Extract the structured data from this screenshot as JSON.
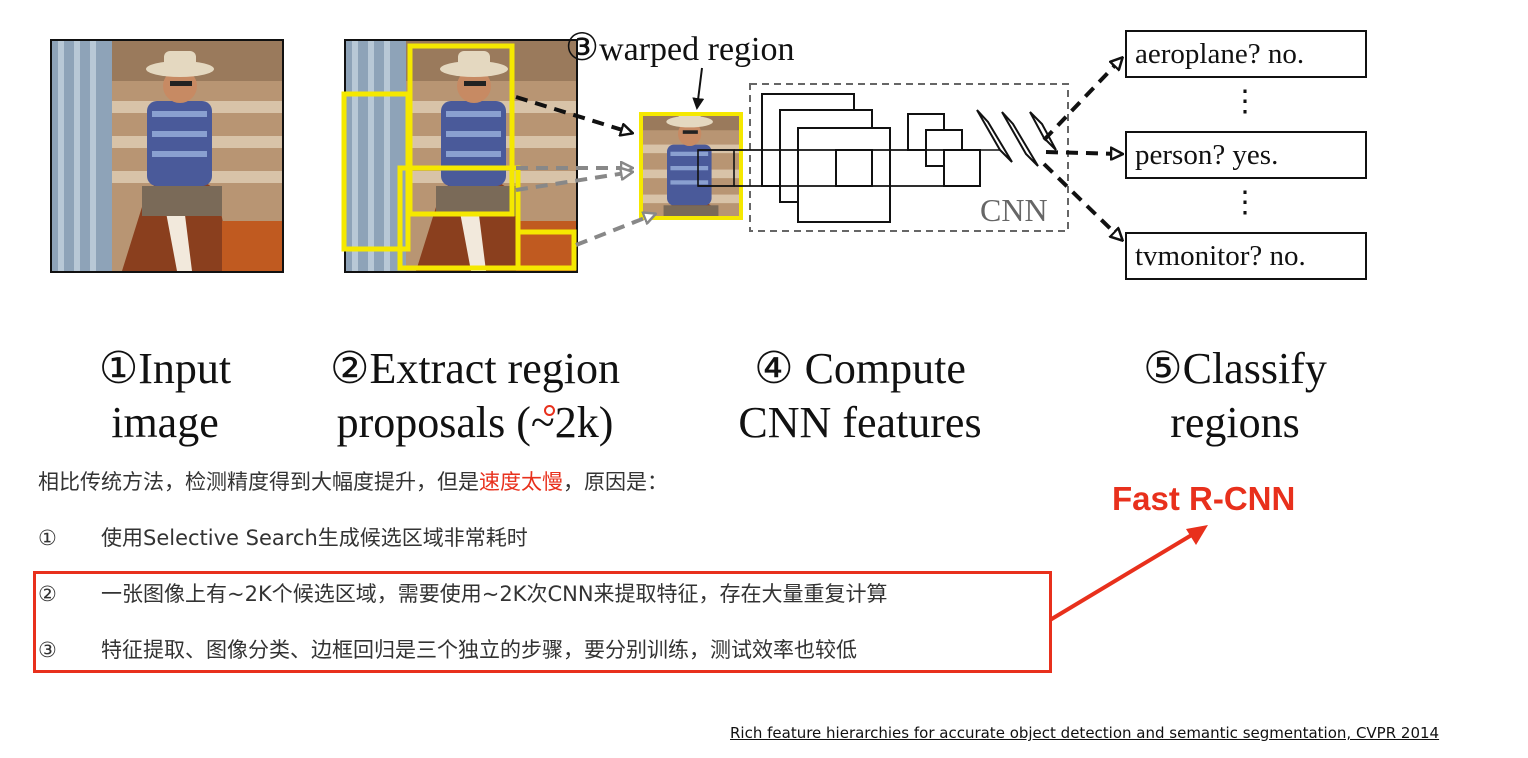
{
  "stages": {
    "s1": {
      "num": "①",
      "label": "Input\nimage"
    },
    "s2": {
      "num": "②",
      "label": "Extract region\nproposals (~2k)"
    },
    "s3": {
      "num": "③",
      "label": "warped region"
    },
    "s4": {
      "num": "④",
      "label": " Compute\nCNN features"
    },
    "s5": {
      "num": "⑤",
      "label": "Classify\nregions"
    }
  },
  "cnn_label": "CNN",
  "classes": [
    "aeroplane? no.",
    "person? yes.",
    "tvmonitor? no."
  ],
  "ellipsis": "⋮",
  "text": {
    "intro_prefix": "相比传统方法，检测精度得到大幅度提升，但是",
    "intro_highlight": "速度太慢",
    "intro_suffix": "，原因是：",
    "items": [
      {
        "num": "①",
        "text": "使用Selective Search生成候选区域非常耗时"
      },
      {
        "num": "②",
        "text": "一张图像上有~2K个候选区域，需要使用~2K次CNN来提取特征，存在大量重复计算"
      },
      {
        "num": "③",
        "text": "特征提取、图像分类、边框回归是三个独立的步骤，要分别训练，测试效率也较低"
      }
    ]
  },
  "fast_rcnn": "Fast R-CNN",
  "reference": "Rich feature hierarchies for accurate object detection and semantic segmentation, CVPR 2014",
  "colors": {
    "highlight_red": "#e8301c",
    "proposal_yellow": "#f5e800"
  },
  "icons": {
    "photo": "cowboy-on-horse-photo"
  }
}
